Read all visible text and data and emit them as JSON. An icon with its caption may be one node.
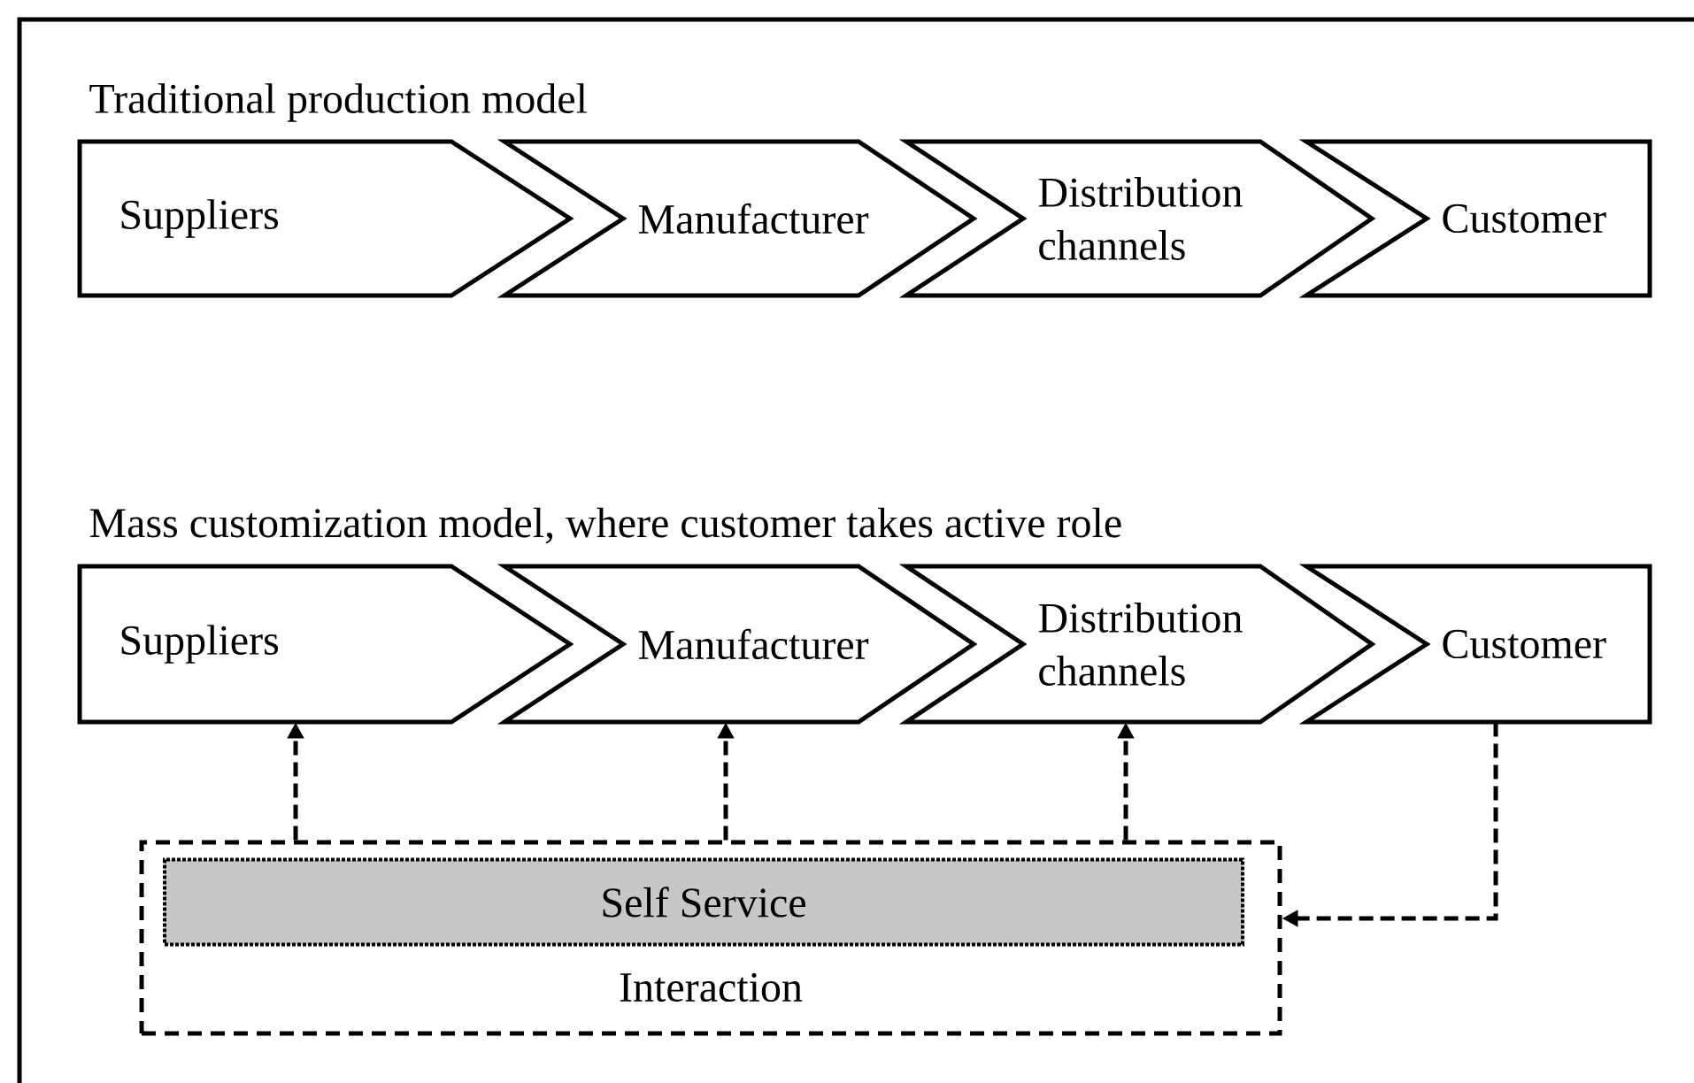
{
  "diagram": {
    "nodes": [
      {
        "text": [
          "Suppliers"
        ]
      },
      {
        "text": [
          "Manufacturer"
        ]
      },
      {
        "text": [
          "Distribution channels"
        ]
      },
      {
        "text": [
          "Customer"
        ]
      },
      {
        "text": [
          "Suppliers"
        ]
      },
      {
        "text": [
          "Manufacturer"
        ]
      },
      {
        "text": [
          "Distribution channels"
        ]
      },
      {
        "text": [
          "Customer"
        ]
      },
      {
        "text": [
          "Interaction"
        ]
      },
      {
        "text": [
          "Self Service"
        ],
        "in": 8
      }
    ],
    "edges": [
      {
        "from": 8,
        "to": 4,
        "arrow": "to",
        "style": "dashed"
      },
      {
        "from": 8,
        "to": 5,
        "arrow": "to",
        "style": "dashed"
      },
      {
        "from": 8,
        "to": 6,
        "arrow": "to",
        "style": "dashed"
      },
      {
        "from": 7,
        "to": 8,
        "arrow": "to",
        "style": "dashed"
      }
    ],
    "labels": [
      "Traditional production model",
      "Mass customization model, where customer takes active role"
    ]
  }
}
